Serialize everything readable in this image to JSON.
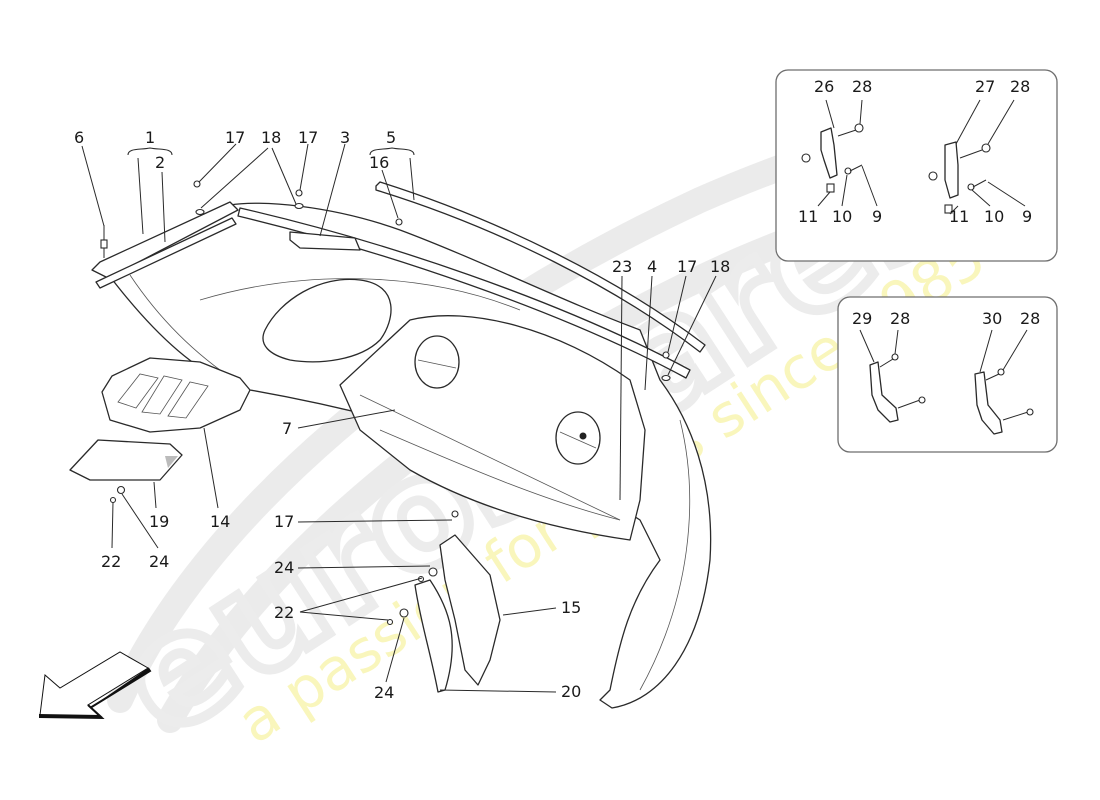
{
  "diagram": {
    "subject": "Rear bumper assembly exploded parts view",
    "watermark": {
      "brand": "eurospares",
      "tagline": "a passion for parts since 1985",
      "brand_color": "#ececec",
      "tagline_color": "#f7f3a6"
    },
    "direction_arrow": {
      "icon": "direction-arrow-icon",
      "pointing": "front-left"
    },
    "callouts": {
      "c1": "1",
      "c2": "2",
      "c3": "3",
      "c4": "4",
      "c5": "5",
      "c6": "6",
      "c7": "7",
      "c14": "14",
      "c15": "15",
      "c16": "16",
      "c17a": "17",
      "c17b": "17",
      "c17c": "17",
      "c17d": "17",
      "c18a": "18",
      "c18b": "18",
      "c19": "19",
      "c20": "20",
      "c22a": "22",
      "c22b": "22",
      "c23": "23",
      "c24a": "24",
      "c24b": "24",
      "c24c": "24"
    },
    "inset_top": {
      "left": {
        "c26": "26",
        "c28": "28",
        "c11": "11",
        "c10": "10",
        "c9": "9"
      },
      "right": {
        "c27": "27",
        "c28": "28",
        "c11": "11",
        "c10": "10",
        "c9": "9"
      }
    },
    "inset_bottom": {
      "left": {
        "c29": "29",
        "c28": "28"
      },
      "right": {
        "c30": "30",
        "c28": "28"
      }
    }
  }
}
